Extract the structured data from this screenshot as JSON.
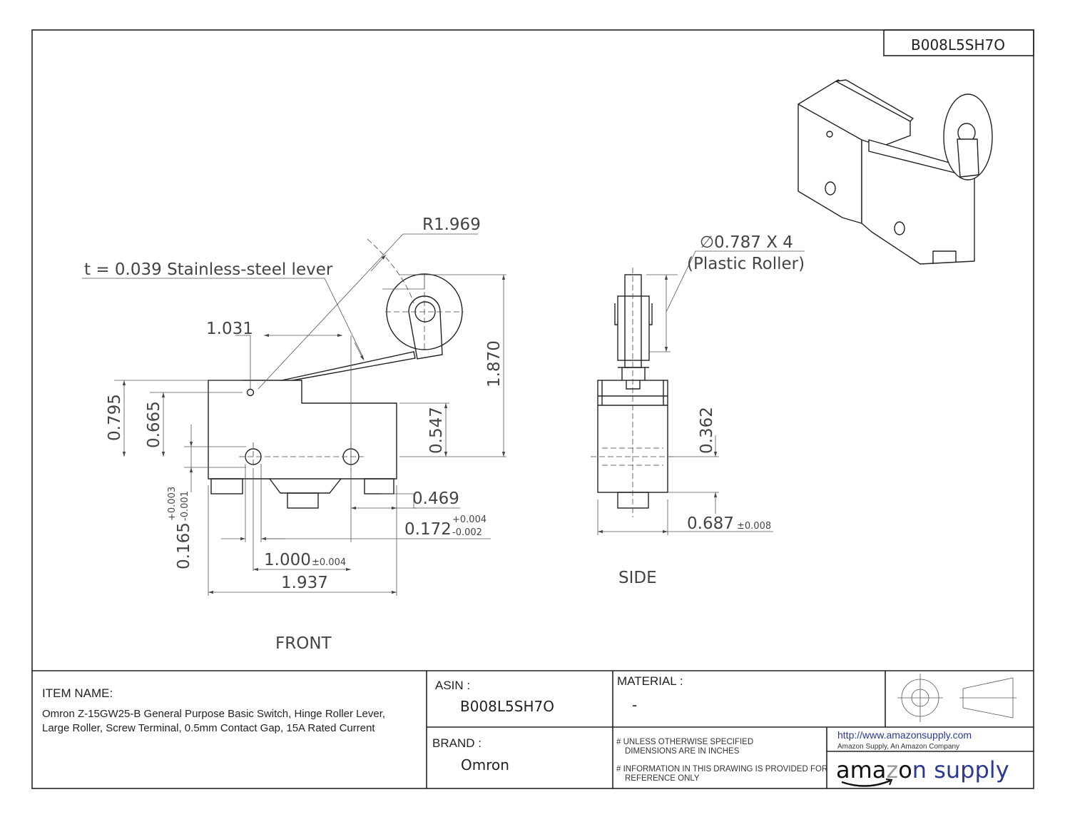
{
  "drawing": {
    "asin_tag": "B008L5SH7O",
    "views": {
      "front": "FRONT",
      "side": "SIDE"
    },
    "front_dimensions": {
      "radius": "R1.969",
      "lever_note": "t = 0.039 Stainless-steel lever",
      "d_1031": "1.031",
      "d_1870": "1.870",
      "d_0795": "0.795",
      "d_0665": "0.665",
      "d_0547": "0.547",
      "d_0469": "0.469",
      "d_0172": "0.172",
      "d_0172_tol_plus": "+0.004",
      "d_0172_tol_minus": "-0.002",
      "d_0165": "0.165",
      "d_0165_tol_plus": "+0.003",
      "d_0165_tol_minus": "-0.001",
      "d_1000": "1.000",
      "d_1000_tol": "±0.004",
      "d_1937": "1.937"
    },
    "side_dimensions": {
      "roller_dia": "∅0.787 X 4",
      "roller_note": "(Plastic Roller)",
      "d_0362": "0.362",
      "d_0687": "0.687",
      "d_0687_tol": "±0.008"
    }
  },
  "title_block": {
    "item_name_label": "ITEM NAME:",
    "item_name_line1": "Omron Z-15GW25-B General Purpose Basic Switch, Hinge Roller Lever,",
    "item_name_line2": "Large Roller, Screw Terminal, 0.5mm Contact Gap, 15A Rated Current",
    "asin_label": "ASIN :",
    "asin_value": "B008L5SH7O",
    "material_label": "MATERIAL :",
    "material_value": "-",
    "brand_label": "BRAND :",
    "brand_value": "Omron",
    "note1_line1": "# UNLESS OTHERWISE SPECIFIED",
    "note1_line2": "DIMENSIONS ARE IN INCHES",
    "note2_line1": "# INFORMATION IN THIS DRAWING IS PROVIDED FOR",
    "note2_line2": "REFERENCE ONLY",
    "url": "http://www.amazonsupply.com",
    "company": "Amazon Supply, An Amazon Company",
    "logo_text": "amazonsupply",
    "accent_color": "#2b3990"
  }
}
